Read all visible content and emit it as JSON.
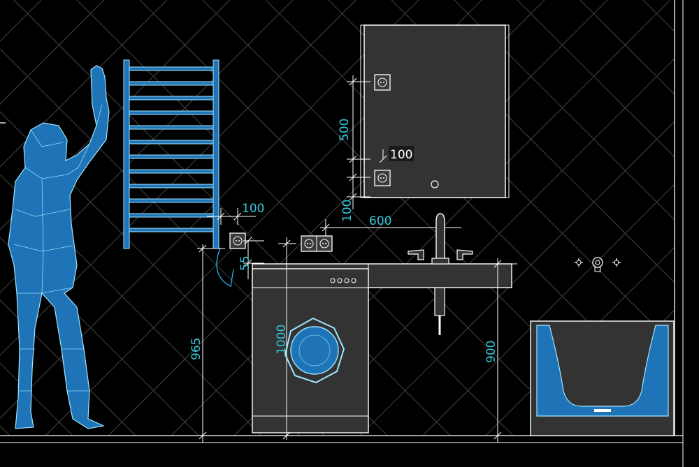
{
  "colors": {
    "background": "#000000",
    "grid": "#3a3a3a",
    "fixture_fill": "#333333",
    "accent_blue": "#2aa8e8",
    "dimension_text": "#33c9dc",
    "line": "#ffffff"
  },
  "dimensions": {
    "mirror_socket_height": "500",
    "mirror_socket_offset": "100",
    "mirror_bottom_offset": "100",
    "towel_socket_offset": "100",
    "sink_spacing": "600",
    "socket_gap": "55",
    "washer_height": "1000",
    "socket_floor_height": "965",
    "counter_height": "900"
  },
  "icons": {
    "person": "person-figure-icon",
    "towel_rail": "towel-rail-icon",
    "mirror": "mirror-icon",
    "socket": "power-socket-icon",
    "washing_machine": "washing-machine-icon",
    "faucet": "faucet-icon",
    "bathtub": "bathtub-icon",
    "shower_valve": "shower-valve-icon"
  }
}
